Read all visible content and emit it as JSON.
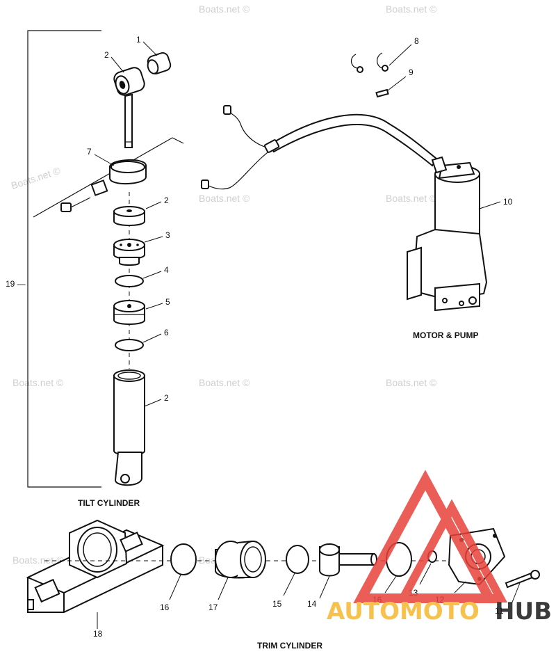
{
  "captions": {
    "motor_pump": "MOTOR & PUMP",
    "tilt_cylinder": "TILT CYLINDER",
    "trim_cylinder": "TRIM CYLINDER"
  },
  "watermark": "Boats.net ©",
  "logo": {
    "part1": "AUTOMOTO",
    "part2": "HUB"
  },
  "colors": {
    "logo_red": "#e8423a",
    "logo_yellow": "#f5b82e",
    "logo_black": "#1a1a1a"
  },
  "labels": {
    "n1": "1",
    "n2a": "2",
    "n2b": "2",
    "n2c": "2",
    "n3": "3",
    "n4": "4",
    "n5": "5",
    "n6": "6",
    "n7": "7",
    "n8": "8",
    "n9": "9",
    "n10": "10",
    "n11": "11",
    "n12": "12",
    "n13": "13",
    "n14": "14",
    "n15": "15",
    "n16a": "16",
    "n16b": "16",
    "n17": "17",
    "n18": "18",
    "n19": "19 —"
  }
}
